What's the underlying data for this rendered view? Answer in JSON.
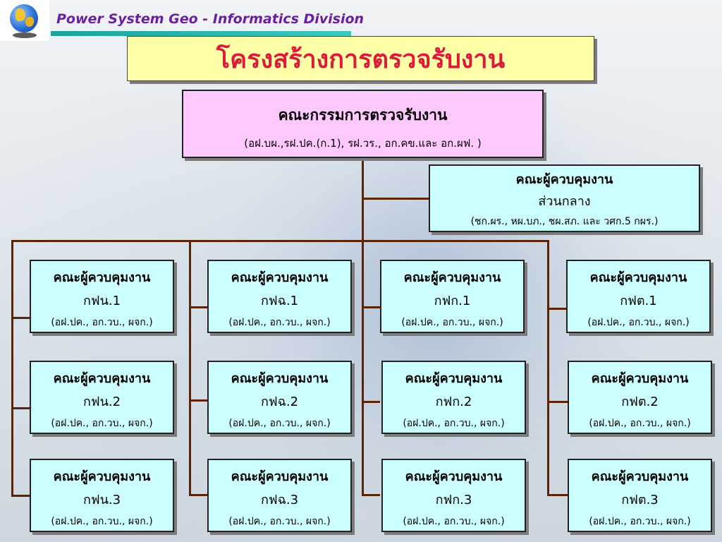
{
  "header": {
    "division_title": "Power System Geo - Informatics Division"
  },
  "title": "โครงสร้างการตรวจรับงาน",
  "committee": {
    "name": "คณะกรรมการตรวจรับงาน",
    "members": "(อฝ.บผ.,รฝ.ปค.(ก.1), รฝ.วร., อก.คข.และ อก.ผฟ. )"
  },
  "central_supervisors": {
    "name": "คณะผู้ควบคุมงาน",
    "unit": "ส่วนกลาง",
    "members": "(ชก.ผร., หผ.บภ., ชผ.สภ. และ วศก.5 กผร.)"
  },
  "supervisor_columns": [
    {
      "boxes": [
        {
          "name": "คณะผู้ควบคุมงาน",
          "unit": "กฟน.1",
          "members": "(อฝ.ปค., อก.วบ., ผจก.)"
        },
        {
          "name": "คณะผู้ควบคุมงาน",
          "unit": "กฟน.2",
          "members": "(อฝ.ปค., อก.วบ., ผจก.)"
        },
        {
          "name": "คณะผู้ควบคุมงาน",
          "unit": "กฟน.3",
          "members": "(อฝ.ปค., อก.วบ., ผจก.)"
        }
      ]
    },
    {
      "boxes": [
        {
          "name": "คณะผู้ควบคุมงาน",
          "unit": "กฟฉ.1",
          "members": "(อฝ.ปค., อก.วบ., ผจก.)"
        },
        {
          "name": "คณะผู้ควบคุมงาน",
          "unit": "กฟฉ.2",
          "members": "(อฝ.ปค., อก.วบ., ผจก.)"
        },
        {
          "name": "คณะผู้ควบคุมงาน",
          "unit": "กฟฉ.3",
          "members": "(อฝ.ปค., อก.วบ., ผจก.)"
        }
      ]
    },
    {
      "boxes": [
        {
          "name": "คณะผู้ควบคุมงาน",
          "unit": "กฟก.1",
          "members": "(อฝ.ปค., อก.วบ., ผจก.)"
        },
        {
          "name": "คณะผู้ควบคุมงาน",
          "unit": "กฟก.2",
          "members": "(อฝ.ปค., อก.วบ., ผจก.)"
        },
        {
          "name": "คณะผู้ควบคุมงาน",
          "unit": "กฟก.3",
          "members": "(อฝ.ปค., อก.วบ., ผจก.)"
        }
      ]
    },
    {
      "boxes": [
        {
          "name": "คณะผู้ควบคุมงาน",
          "unit": "กฟต.1",
          "members": "(อฝ.ปค., อก.วบ., ผจก.)"
        },
        {
          "name": "คณะผู้ควบคุมงาน",
          "unit": "กฟต.2",
          "members": "(อฝ.ปค., อก.วบ., ผจก.)"
        },
        {
          "name": "คณะผู้ควบคุมงาน",
          "unit": "กฟต.3",
          "members": "(อฝ.ปค., อก.วบ., ผจก.)"
        }
      ]
    }
  ],
  "colors": {
    "title_text": "#e0183a",
    "title_fill": "#ffffa8",
    "committee_fill": "#ffc8ff",
    "supervisor_fill": "#ccffff",
    "connector": "#5a2408",
    "header_text": "#6b1fa1",
    "header_bar": "#1aa39a"
  },
  "icons": {
    "logo": "globe-icon"
  }
}
